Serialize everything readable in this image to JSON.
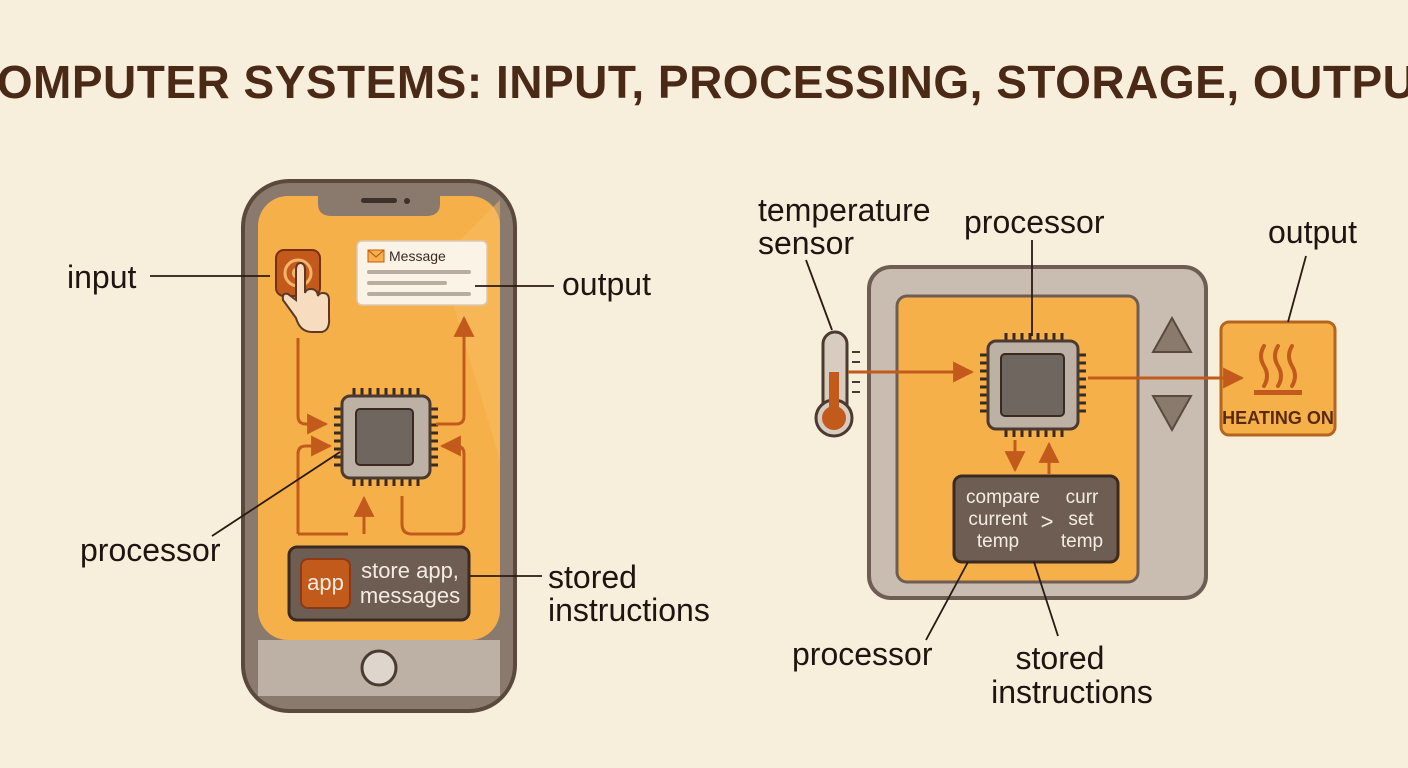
{
  "title": "COMPUTER SYSTEMS: INPUT, PROCESSING, STORAGE, OUTPUT",
  "phone": {
    "label_input": "input",
    "label_output": "output",
    "label_processor": "processor",
    "label_stored_line1": "stored",
    "label_stored_line2": "instructions",
    "message_title": "Message",
    "app_badge": "app",
    "storage_line1": "store app,",
    "storage_line2": "messages"
  },
  "thermostat": {
    "label_sensor_line1": "temperature",
    "label_sensor_line2": "sensor",
    "label_processor_top": "processor",
    "label_output": "output",
    "heating_text": "HEATING ON",
    "instr_left_line1": "compare",
    "instr_left_line2": "current",
    "instr_left_line3": "temp",
    "instr_op": ">",
    "instr_right_line1": "curr",
    "instr_right_line2": "set",
    "instr_right_line3": "temp",
    "label_processor_bottom": "processor",
    "label_stored_line1": "stored",
    "label_stored_line2": "instructions"
  },
  "colors": {
    "background": "#f7eedb",
    "orange": "#f6b04a",
    "dark_orange": "#c25a1c",
    "casing": "#6e5d52",
    "chip": "#6f6660"
  }
}
